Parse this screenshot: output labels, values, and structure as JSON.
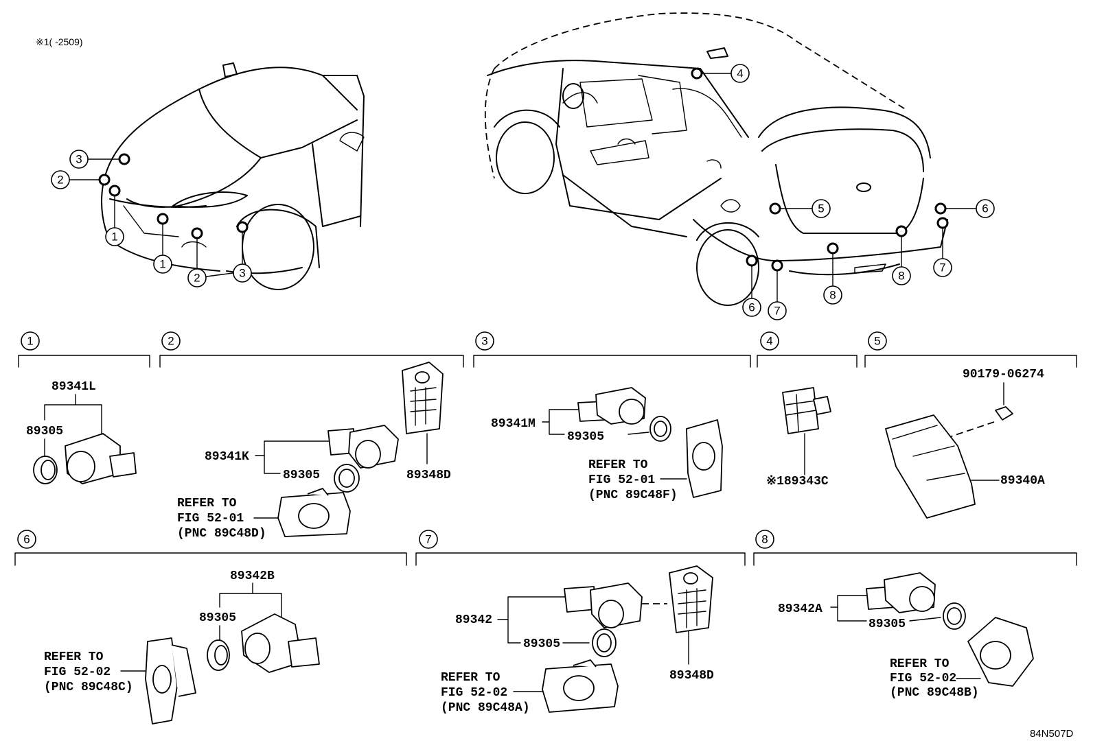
{
  "header": {
    "footnote": "※1(      -2509)",
    "diagram_code": "84N507D"
  },
  "locator": {
    "front_callouts": [
      "3",
      "2",
      "1",
      "1",
      "2",
      "3"
    ],
    "rear_callouts": [
      "4",
      "5",
      "6",
      "7",
      "6",
      "7",
      "8",
      "8"
    ]
  },
  "sections": {
    "s1": {
      "num": "1",
      "parts": [
        "89341L",
        "89305"
      ]
    },
    "s2": {
      "num": "2",
      "parts": [
        "89341K",
        "89305",
        "89348D"
      ],
      "refer": [
        "REFER TO",
        "FIG 52-01",
        "(PNC 89C48D)"
      ]
    },
    "s3": {
      "num": "3",
      "parts": [
        "89341M",
        "89305"
      ],
      "refer": [
        "REFER TO",
        "FIG 52-01",
        "(PNC 89C48F)"
      ]
    },
    "s4": {
      "num": "4",
      "parts": [
        "※189343C"
      ]
    },
    "s5": {
      "num": "5",
      "parts": [
        "90179-06274",
        "89340A"
      ]
    },
    "s6": {
      "num": "6",
      "parts": [
        "89342B",
        "89305"
      ],
      "refer": [
        "REFER TO",
        "FIG 52-02",
        "(PNC 89C48C)"
      ]
    },
    "s7": {
      "num": "7",
      "parts": [
        "89342",
        "89305",
        "89348D"
      ],
      "refer": [
        "REFER TO",
        "FIG 52-02",
        "(PNC 89C48A)"
      ]
    },
    "s8": {
      "num": "8",
      "parts": [
        "89342A",
        "89305"
      ],
      "refer": [
        "REFER TO",
        "FIG 52-02",
        "(PNC 89C48B)"
      ]
    }
  }
}
